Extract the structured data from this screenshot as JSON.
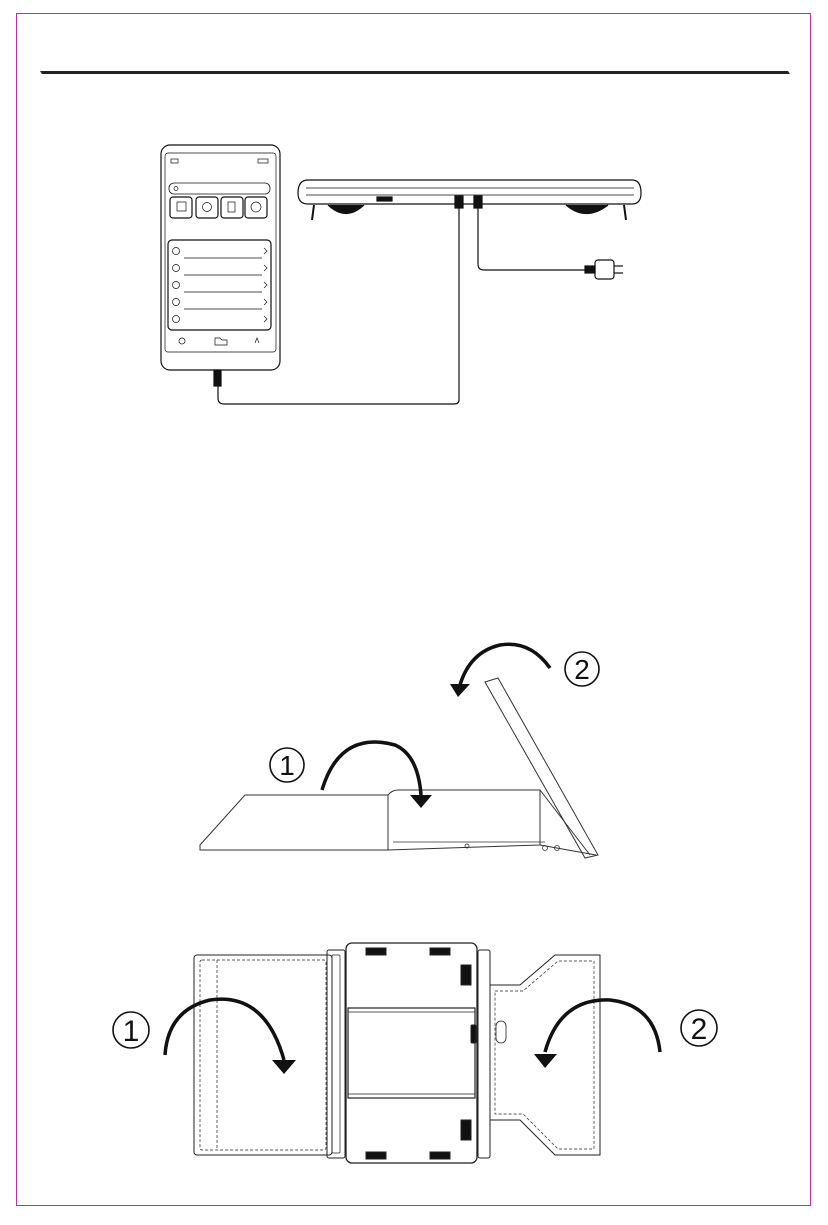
{
  "figures": {
    "fold_diagram": {
      "step1_label": "1",
      "step2_label": "2"
    },
    "case_diagram": {
      "step1_label": "1",
      "step2_label": "2"
    }
  },
  "icons": [
    "phone-icon",
    "monitor-icon",
    "power-adapter-icon",
    "usb-c-cable-icon",
    "curved-arrow-icon"
  ],
  "colors": {
    "frame": "#c0309a",
    "ink": "#111111"
  }
}
